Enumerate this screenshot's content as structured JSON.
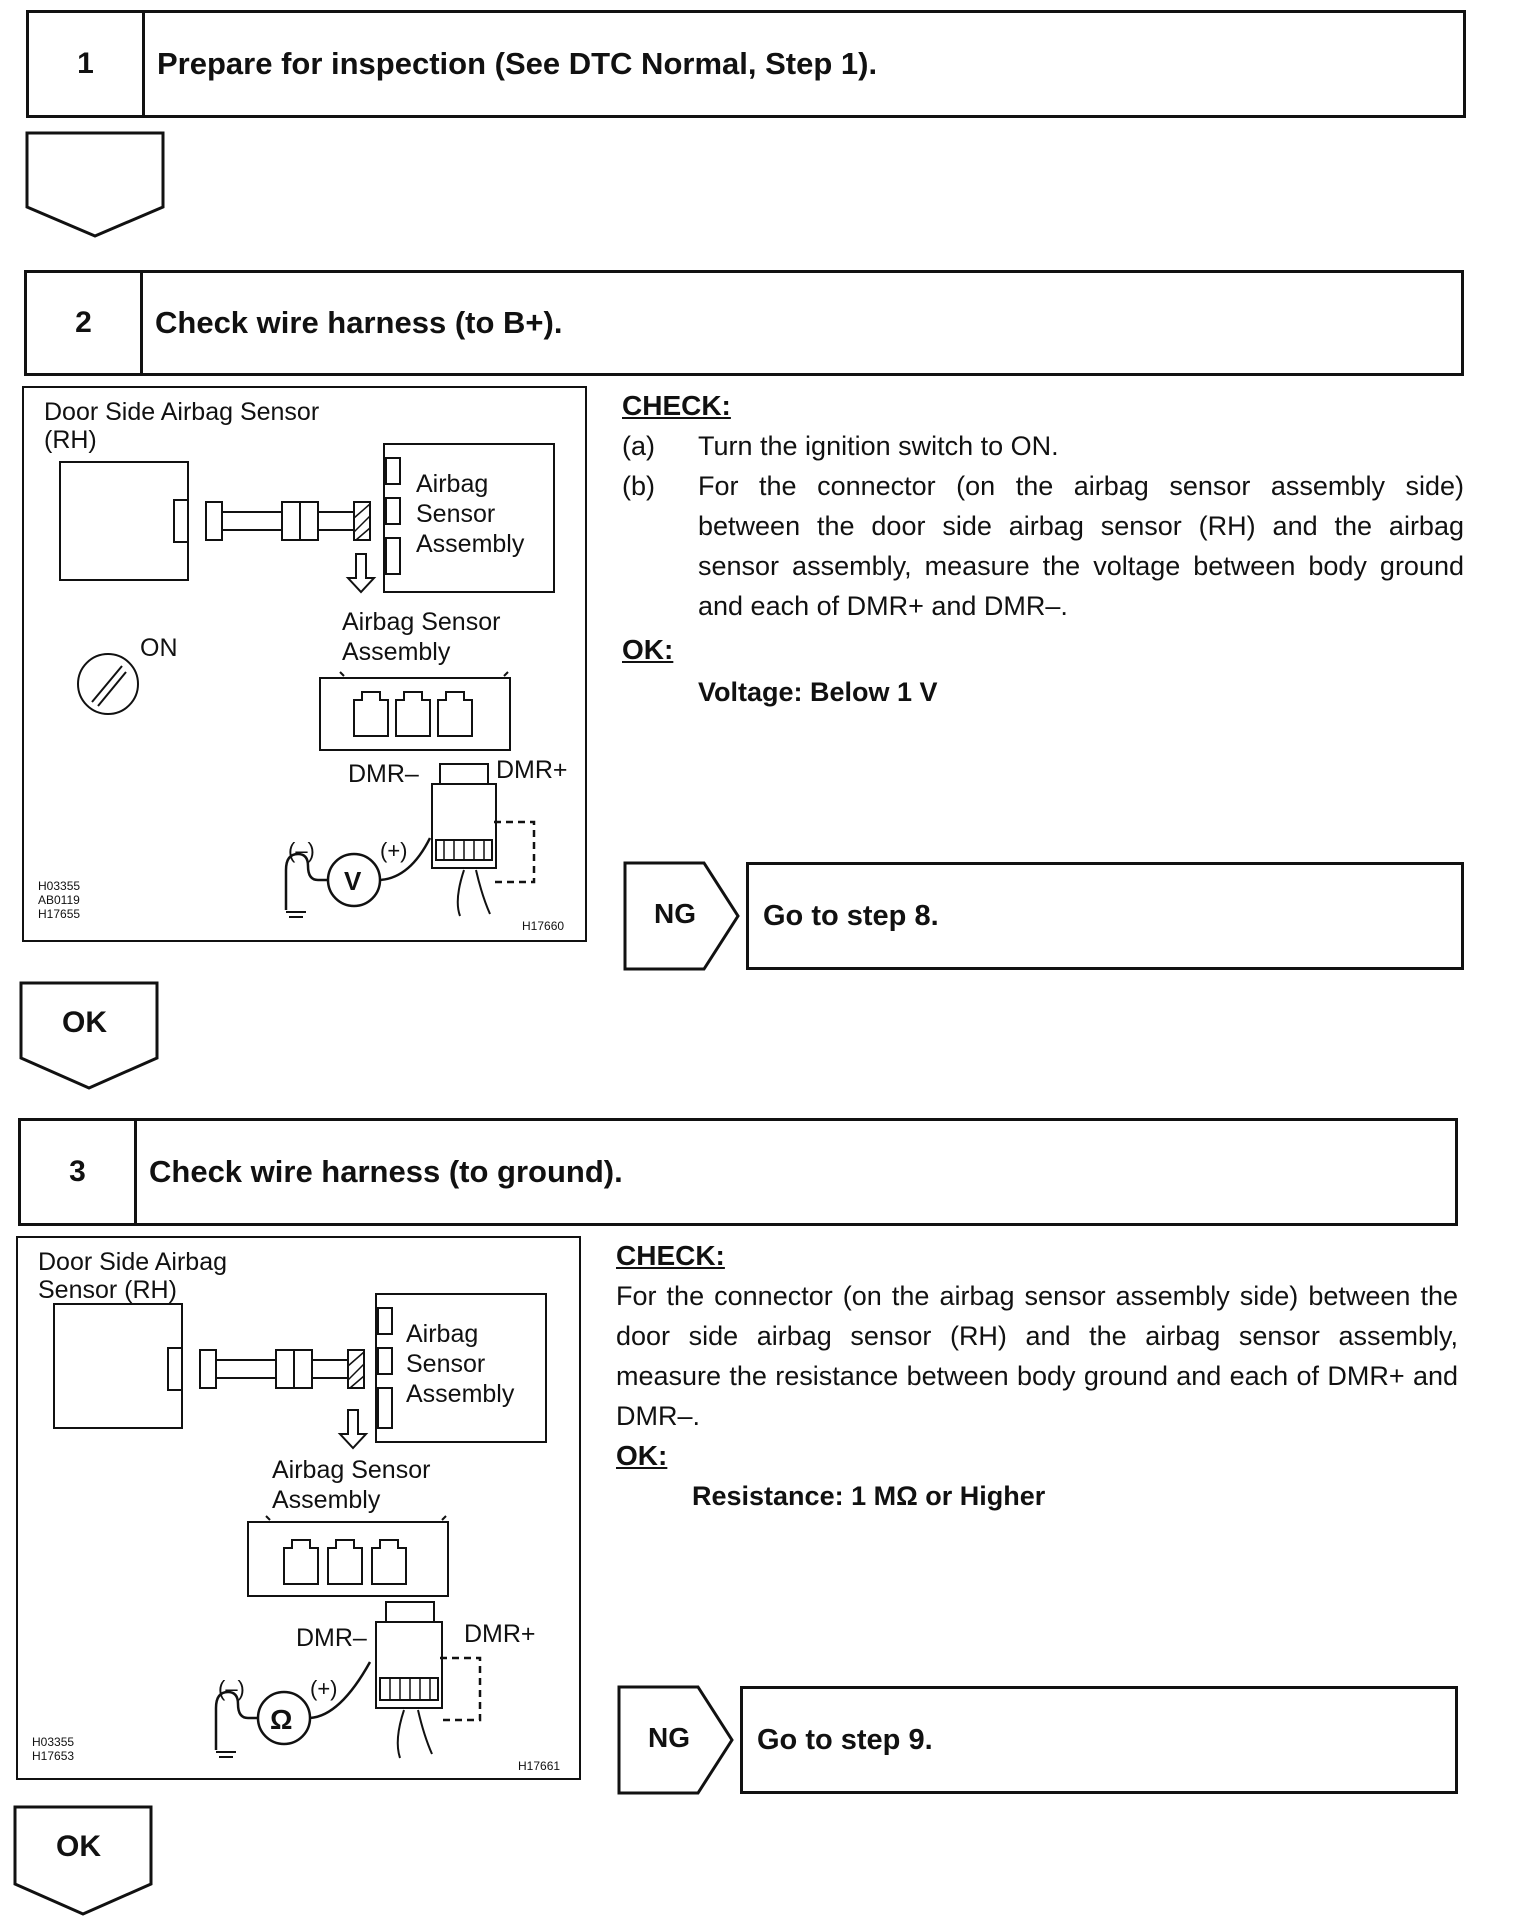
{
  "steps": [
    {
      "number": "1",
      "title": "Prepare for inspection (See DTC Normal, Step 1)."
    },
    {
      "number": "2",
      "title": "Check wire harness (to B+).",
      "figure": {
        "title_line1": "Door Side Airbag Sensor",
        "title_line2": "(RH)",
        "assembly_l1": "Airbag",
        "assembly_l2": "Sensor",
        "assembly_l3": "Assembly",
        "arrow_label_l1": "Airbag Sensor",
        "arrow_label_l2": "Assembly",
        "switch_label": "ON",
        "dmr_minus": "DMR–",
        "dmr_plus": "DMR+",
        "meter_symbol": "V",
        "minus_sign": "(–)",
        "plus_sign": "(+)",
        "codes": [
          "H03355",
          "AB0119",
          "H17655"
        ],
        "fig_code": "H17660"
      },
      "check_title": "CHECK:",
      "check_items": [
        {
          "label": "(a)",
          "text": "Turn the ignition switch to ON."
        },
        {
          "label": "(b)",
          "text": "For the connector (on the airbag sensor assembly side) between the door side airbag sensor (RH) and the airbag sensor assembly, measure the voltage between body ground and each of DMR+ and DMR–."
        }
      ],
      "ok_label": "OK:",
      "ok_value": "Voltage: Below 1 V",
      "ng_label": "NG",
      "ng_action": "Go to step 8.",
      "next_label": "OK"
    },
    {
      "number": "3",
      "title": "Check wire harness (to ground).",
      "figure": {
        "title_line1": "Door Side Airbag",
        "title_line2": "Sensor (RH)",
        "assembly_l1": "Airbag",
        "assembly_l2": "Sensor",
        "assembly_l3": "Assembly",
        "arrow_label_l1": "Airbag Sensor",
        "arrow_label_l2": "Assembly",
        "dmr_minus": "DMR–",
        "dmr_plus": "DMR+",
        "meter_symbol": "Ω",
        "minus_sign": "(–)",
        "plus_sign": "(+)",
        "codes": [
          "H03355",
          "H17653"
        ],
        "fig_code": "H17661"
      },
      "check_title": "CHECK:",
      "check_text": "For the connector (on the airbag sensor assembly side) between the door side airbag sensor (RH) and the airbag sensor assembly, measure the resistance between body ground and each of DMR+ and DMR–.",
      "ok_label": "OK:",
      "ok_value": "Resistance: 1 MΩ or Higher",
      "ng_label": "NG",
      "ng_action": "Go to step 9.",
      "next_label": "OK"
    }
  ]
}
